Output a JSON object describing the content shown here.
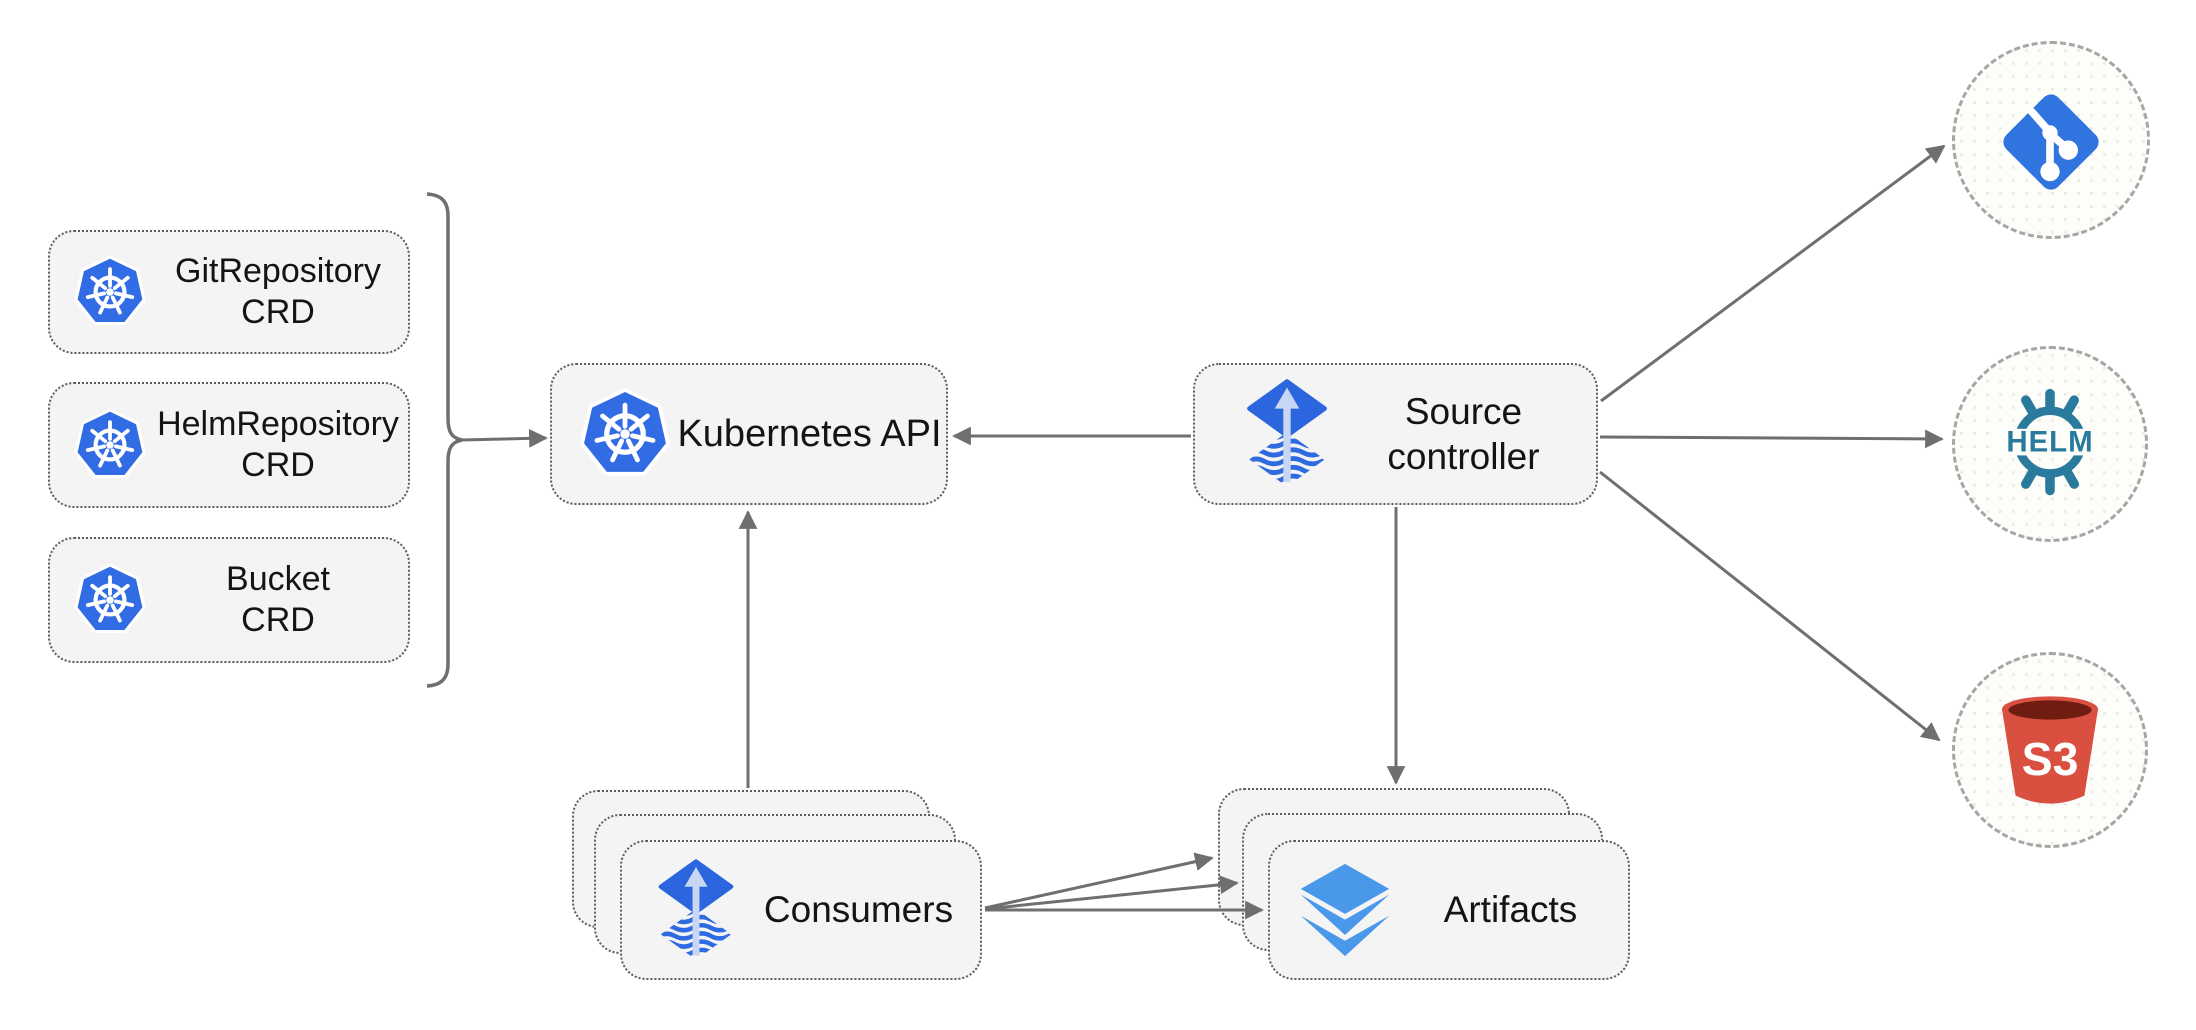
{
  "diagram_type": "architecture-diagram",
  "colors": {
    "background": "#ffffff",
    "box_fill": "#f4f4f4",
    "box_border_dots": "#5c5c5c",
    "circle_fill": "#fdfdfa",
    "circle_border": "#a6a6a6",
    "connector": "#6f6f6f",
    "text": "#141414",
    "kubernetes_blue": "#326CE5",
    "flux_blue": "#2c66df",
    "flux_arrow_light": "#c9d6f3",
    "flux_wave_blue": "#2f6ae0",
    "layers_blue": "#4a98e9",
    "git_blue": "#2f74df",
    "helm_teal": "#2a7a9e",
    "s3_red": "#d94f40",
    "s3_dark": "#6e1d10"
  },
  "crd_boxes": [
    {
      "id": "gitrepository-crd",
      "line1": "GitRepository",
      "line2": "CRD",
      "icon": "kubernetes-icon"
    },
    {
      "id": "helmrepository-crd",
      "line1": "HelmRepository",
      "line2": "CRD",
      "icon": "kubernetes-icon"
    },
    {
      "id": "bucket-crd",
      "line1": "Bucket",
      "line2": "CRD",
      "icon": "kubernetes-icon"
    }
  ],
  "kubernetes_api": {
    "label": "Kubernetes API",
    "icon": "kubernetes-icon"
  },
  "source_controller": {
    "line1": "Source",
    "line2": "controller",
    "icon": "flux-icon"
  },
  "consumers": {
    "label": "Consumers",
    "icon": "flux-icon",
    "stack_count": 3
  },
  "artifacts": {
    "label": "Artifacts",
    "icon": "layers-icon",
    "stack_count": 3
  },
  "externals": {
    "git": {
      "id": "git",
      "icon": "git-icon",
      "label": ""
    },
    "helm": {
      "id": "helm",
      "icon": "helm-icon",
      "label": "HELM"
    },
    "s3": {
      "id": "s3",
      "icon": "s3-bucket-icon",
      "label": "S3"
    }
  },
  "connections": [
    {
      "from": "crd-group",
      "to": "kubernetes-api"
    },
    {
      "from": "source-controller",
      "to": "kubernetes-api"
    },
    {
      "from": "consumers",
      "to": "kubernetes-api"
    },
    {
      "from": "source-controller",
      "to": "artifacts"
    },
    {
      "from": "source-controller",
      "to": "git"
    },
    {
      "from": "source-controller",
      "to": "helm"
    },
    {
      "from": "source-controller",
      "to": "s3"
    },
    {
      "from": "consumers",
      "to": "artifacts"
    },
    {
      "from": "consumers",
      "to": "artifacts"
    },
    {
      "from": "consumers",
      "to": "artifacts"
    }
  ]
}
